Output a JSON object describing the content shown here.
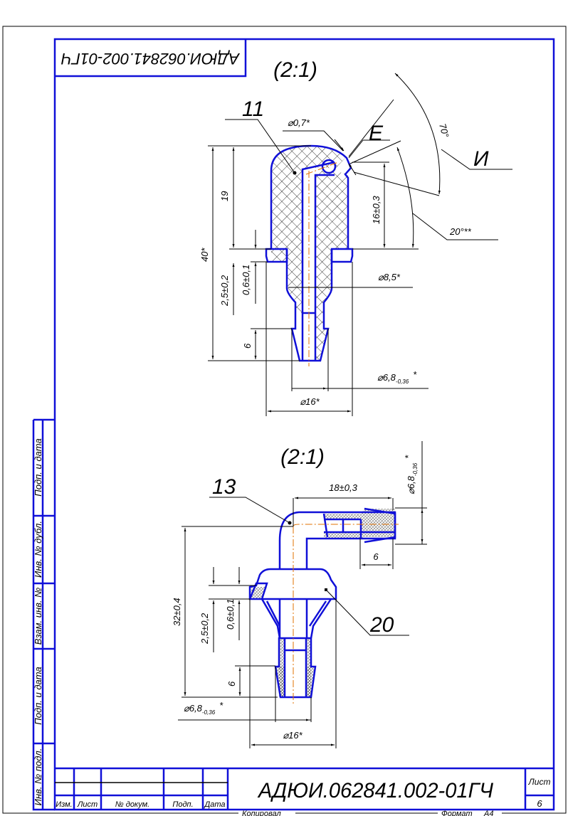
{
  "drawing": {
    "designation": "АДЮИ.062841.002-01ГЧ",
    "designation_mirrored": "АДЮИ.062841.002-01ГЧ",
    "sheet_label": "Лист",
    "sheet_number": "6",
    "copied_label": "Копировал",
    "format_label": "Формат",
    "format_value": "А4"
  },
  "title_block": {
    "columns": [
      "Изм.",
      "Лист",
      "№ докум.",
      "Подп.",
      "Дата"
    ]
  },
  "side_strip": [
    "Подп. и дата",
    "Инв. № дубл.",
    "Взам. инв. №",
    "Подп. и дата",
    "Инв. № подл."
  ],
  "view_top": {
    "scale": "(2:1)",
    "part_label": "11",
    "detail_E": "Е",
    "detail_I": "И",
    "dims": {
      "d07": "⌀0,7*",
      "angle70": "70°",
      "angle20": "20°**",
      "h16": "16±0,3",
      "h40": "40*",
      "h19": "19",
      "h25": "2,5±0,2",
      "h06": "0,6±0,1",
      "d85": "⌀8,5*",
      "h6": "6",
      "d68": "⌀6,8",
      "d68_tol": "-0,36",
      "d68_star": "*",
      "d16": "⌀16*"
    }
  },
  "view_bottom": {
    "scale": "(2:1)",
    "part_label_13": "13",
    "part_label_20": "20",
    "dims": {
      "l18": "18±0,3",
      "d68_right": "⌀6,8",
      "d68_right_tol": "-0,36",
      "d68_right_star": "*",
      "l6_right": "6",
      "h32": "32±0,4",
      "h25": "2,5±0,2",
      "h06": "0,6±0,1",
      "h6": "6",
      "d68": "⌀6,8",
      "d68_tol": "-0,36",
      "d68_star": "*",
      "d16": "⌀16*"
    }
  }
}
